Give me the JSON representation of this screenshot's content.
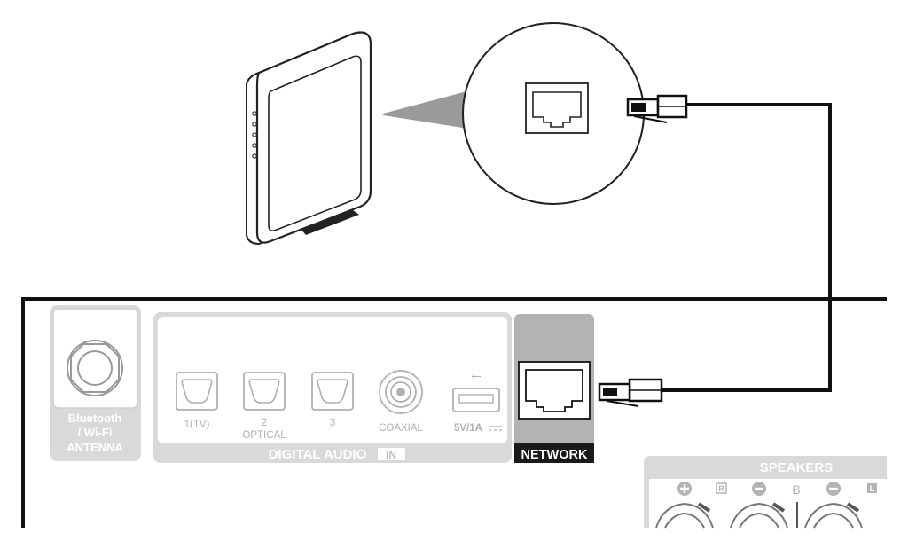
{
  "antenna": {
    "label_line1": "Bluetooth",
    "label_line2": "/ Wi-Fi",
    "label_line3": "ANTENNA"
  },
  "digital_audio": {
    "ports": [
      {
        "label": "1(TV)"
      },
      {
        "label": "2"
      },
      {
        "label": "3"
      },
      {
        "label": "COAXIAL"
      }
    ],
    "optical_label": "OPTICAL",
    "usb_label": "5V/1A",
    "section_label": "DIGITAL AUDIO",
    "in_label": "IN"
  },
  "network": {
    "label": "NETWORK"
  },
  "speakers": {
    "title": "SPEAKERS",
    "channel_r": "R",
    "channel_b": "B",
    "channel_l": "L"
  },
  "colors": {
    "panel_gray": "#d9d9d9",
    "label_gray": "#c8c8c8",
    "network_gray": "#b3b3b3",
    "network_label_bg": "#1a1a1a",
    "cable": "#111111",
    "connector_orange": "#f47b20",
    "zoom_wedge": "#9a9a9a"
  }
}
